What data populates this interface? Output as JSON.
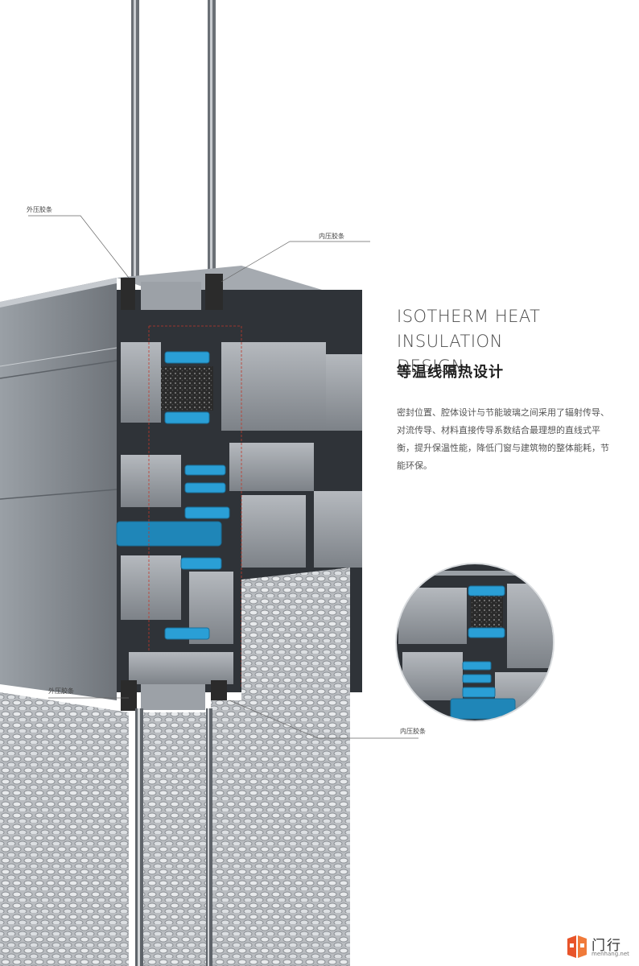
{
  "heading": {
    "en_line1": "ISOTHERM HEAT INSULATION",
    "en_line2": "DESIGN",
    "cn": "等温线隔热设计"
  },
  "description": "密封位置、腔体设计与节能玻璃之间采用了辐射传导、对流传导、材料直接传导系数结合最理想的直线式平衡，提升保温性能，降低门窗与建筑物的整体能耗，节能环保。",
  "callouts": {
    "outer_top": "外压胶条",
    "inner_top": "内压胶条",
    "outer_bottom": "外压胶条",
    "inner_bottom": "内压胶条"
  },
  "brand": {
    "name": "门行",
    "url": "menhang.net"
  },
  "colors": {
    "insulation_blue": "#2a9fd6",
    "aluminum": "#8e9399",
    "dark_frame": "#3d4248"
  }
}
